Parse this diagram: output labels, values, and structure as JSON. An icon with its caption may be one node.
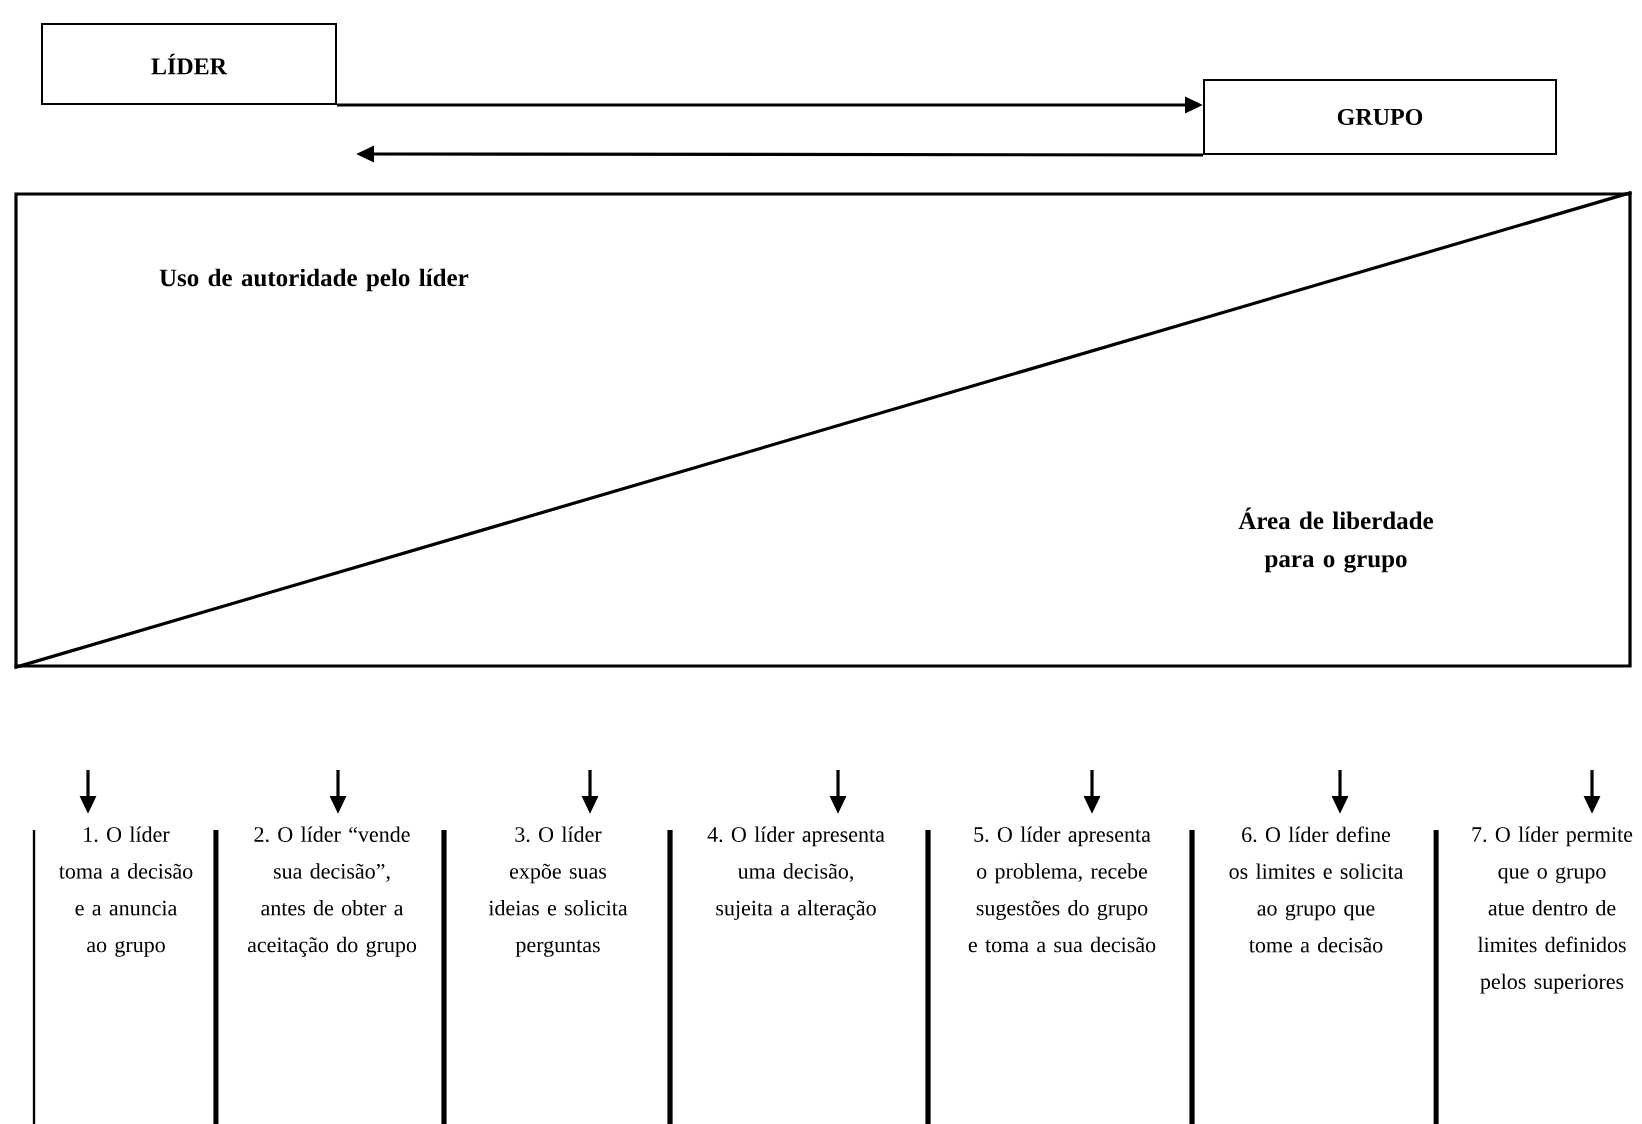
{
  "diagram": {
    "nodes": [
      {
        "text": [
          "LÍDER"
        ]
      },
      {
        "text": [
          "GRUPO"
        ]
      },
      {
        "text": [
          "Uso de autoridade pelo líder",
          "Área de liberdade para o grupo"
        ]
      },
      {
        "text": [
          "1. O líder toma a decisão e a anuncia ao grupo"
        ]
      },
      {
        "text": [
          "2. O líder “vende sua decisão”, antes de obter a aceitação do grupo"
        ]
      },
      {
        "text": [
          "3. O líder expõe suas ideias e solicita perguntas"
        ]
      },
      {
        "text": [
          "4. O líder apresenta uma decisão, sujeita a alteração"
        ]
      },
      {
        "text": [
          "5. O líder apresenta o problema, recebe sugestões do grupo e toma a sua decisão"
        ]
      },
      {
        "text": [
          "6. O líder define os limites e solicita ao grupo que tome a decisão"
        ]
      },
      {
        "text": [
          "7. O líder permite que o grupo atue dentro de limites definidos pelos superiores"
        ]
      }
    ],
    "edges": [
      {
        "from": 0,
        "to": 1,
        "arrow": "to"
      },
      {
        "from": 1,
        "to": null,
        "arrow": "to"
      },
      {
        "from": null,
        "to": 3,
        "arrow": "to"
      },
      {
        "from": null,
        "to": 4,
        "arrow": "to"
      },
      {
        "from": null,
        "to": 5,
        "arrow": "to"
      },
      {
        "from": null,
        "to": 6,
        "arrow": "to"
      },
      {
        "from": null,
        "to": 7,
        "arrow": "to"
      },
      {
        "from": null,
        "to": 8,
        "arrow": "to"
      },
      {
        "from": null,
        "to": 9,
        "arrow": "to"
      }
    ]
  }
}
